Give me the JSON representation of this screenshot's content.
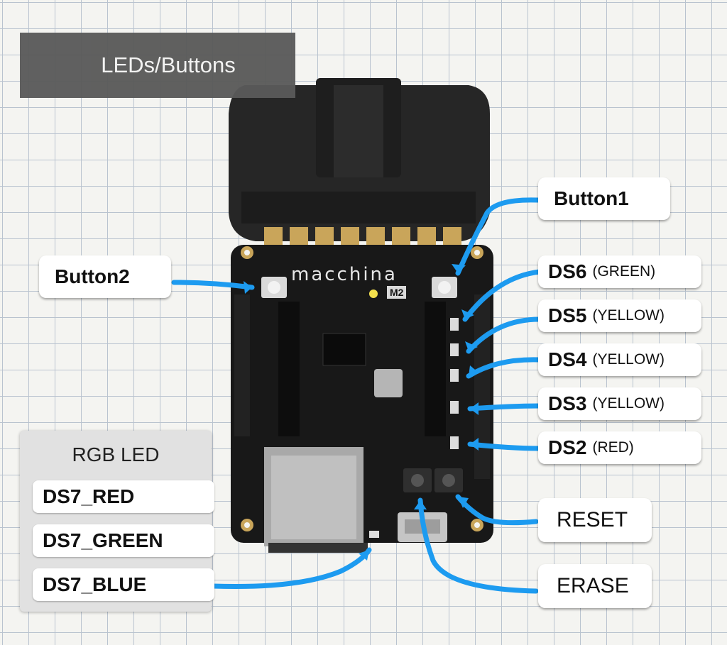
{
  "title": "LEDs/Buttons",
  "board": {
    "logo": "macchina",
    "model": "M2"
  },
  "labels": {
    "button1": "Button1",
    "button2": "Button2",
    "ds6": {
      "name": "DS6",
      "color": "(GREEN)"
    },
    "ds5": {
      "name": "DS5",
      "color": "(YELLOW)"
    },
    "ds4": {
      "name": "DS4",
      "color": "(YELLOW)"
    },
    "ds3": {
      "name": "DS3",
      "color": "(YELLOW)"
    },
    "ds2": {
      "name": "DS2",
      "color": "(RED)"
    },
    "reset": "RESET",
    "erase": "ERASE"
  },
  "rgb": {
    "title": "RGB LED",
    "red": "DS7_RED",
    "green": "DS7_GREEN",
    "blue": "DS7_BLUE"
  },
  "colors": {
    "arrow": "#1d9bf0",
    "board": "#1a1a1a",
    "connector": "#262626",
    "pin_gold": "#c9a55a"
  }
}
